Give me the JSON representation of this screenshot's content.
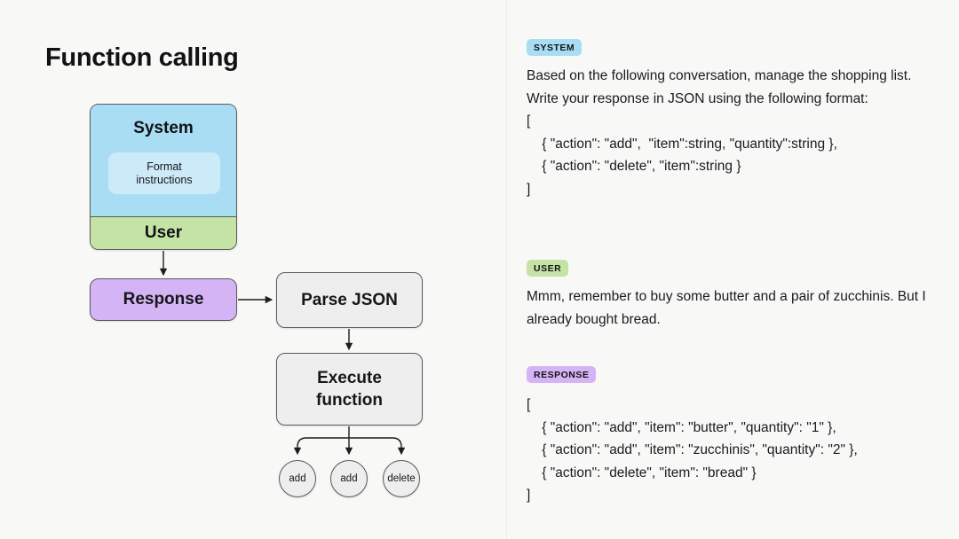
{
  "page": {
    "title": "Function calling",
    "background_color": "#f8f8f7"
  },
  "colors": {
    "system": "#a8ddf3",
    "system_inner": "#cdeaf8",
    "user": "#c5e3a5",
    "response": "#d5b4f5",
    "neutral": "#eeeeee",
    "stroke": "#5a5a5a"
  },
  "diagram": {
    "system_node": {
      "label": "System",
      "inner_label": "Format\ninstructions",
      "inner_label_line1": "Format",
      "inner_label_line2": "instructions"
    },
    "user_node": {
      "label": "User"
    },
    "response_node": {
      "label": "Response"
    },
    "parse_node": {
      "label": "Parse JSON"
    },
    "execute_node": {
      "label": "Execute function",
      "line1": "Execute",
      "line2": "function"
    },
    "function_calls": [
      {
        "label": "add"
      },
      {
        "label": "add"
      },
      {
        "label": "delete"
      }
    ]
  },
  "transcript": [
    {
      "role_badge": "SYSTEM",
      "prose": "Based on the following conversation, manage the shopping list. Write your response in JSON using the following format:",
      "code": "[\n    { \"action\": \"add\",  \"item\":string, \"quantity\":string },\n    { \"action\": \"delete\", \"item\":string }\n]"
    },
    {
      "role_badge": "USER",
      "prose": "Mmm, remember to buy some butter and a pair of zucchinis. But I already bought bread.",
      "code": ""
    },
    {
      "role_badge": "RESPONSE",
      "prose": "",
      "code": "[\n    { \"action\": \"add\", \"item\": \"butter\", \"quantity\": \"1\" },\n    { \"action\": \"add\", \"item\": \"zucchinis\", \"quantity\": \"2\" },\n    { \"action\": \"delete\", \"item\": \"bread\" }\n]"
    }
  ]
}
